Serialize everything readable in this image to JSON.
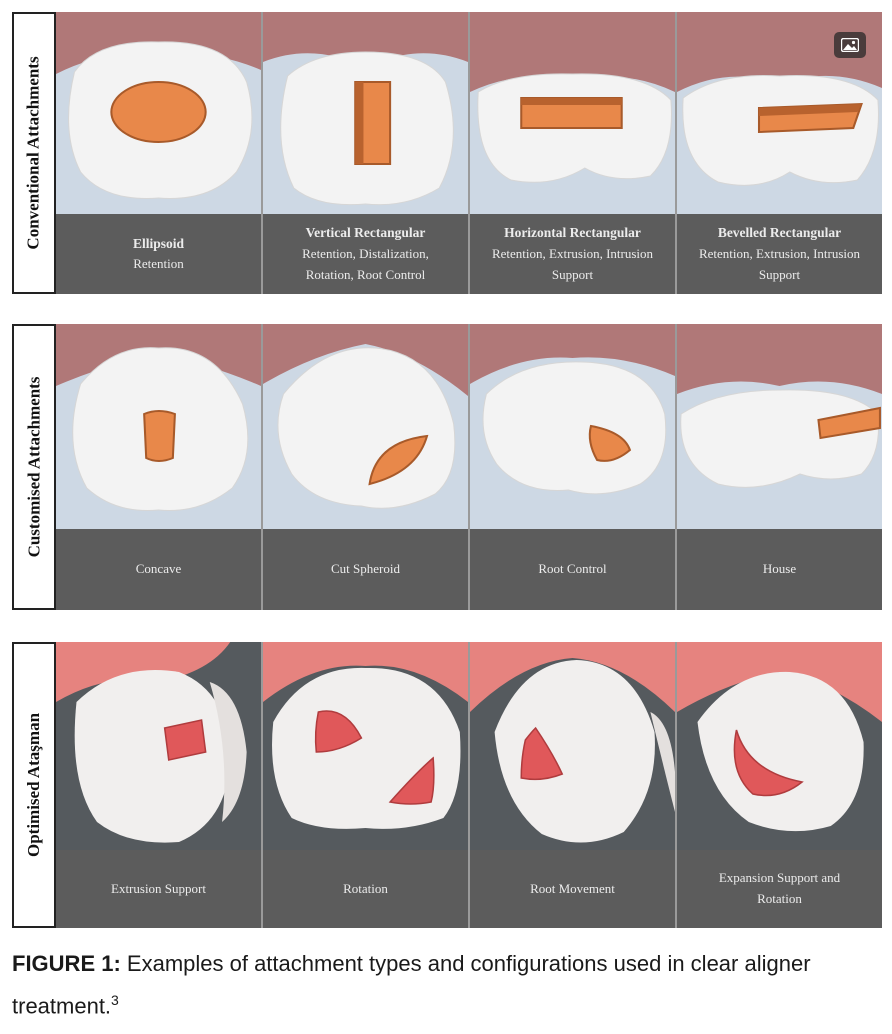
{
  "sections": [
    {
      "label": "Conventional Attachments",
      "cells": [
        {
          "title": "Ellipsoid",
          "lines": [
            "Retention"
          ]
        },
        {
          "title": "Vertical Rectangular",
          "lines": [
            "Retention, Distalization,",
            "Rotation, Root Control"
          ]
        },
        {
          "title": "Horizontal Rectangular",
          "lines": [
            "Retention, Extrusion, Intrusion",
            "Support"
          ]
        },
        {
          "title": "Bevelled Rectangular",
          "lines": [
            "Retention, Extrusion, Intrusion",
            "Support"
          ]
        }
      ]
    },
    {
      "label": "Customised Attachments",
      "cells": [
        {
          "title": "",
          "lines": [
            "Concave"
          ]
        },
        {
          "title": "",
          "lines": [
            "Cut Spheroid"
          ]
        },
        {
          "title": "",
          "lines": [
            "Root Control"
          ]
        },
        {
          "title": "",
          "lines": [
            "House"
          ]
        }
      ]
    },
    {
      "label": "Optimised Ataşman",
      "cells": [
        {
          "title": "",
          "lines": [
            "Extrusion Support"
          ]
        },
        {
          "title": "",
          "lines": [
            "Rotation"
          ]
        },
        {
          "title": "",
          "lines": [
            "Root Movement"
          ]
        },
        {
          "title": "",
          "lines": [
            "Expansion Support and",
            "Rotation"
          ]
        }
      ]
    }
  ],
  "figure": {
    "label": "FIGURE 1:",
    "text": " Examples of attachment types and configurations used in clear aligner treatment.",
    "ref": "3"
  },
  "colors": {
    "gum": "#b07878",
    "tooth": "#f4f4f4",
    "attachment_conventional": "#e8884a",
    "attachment_optimised": "#e0585a",
    "caption_bg": "#5c5c5c"
  }
}
